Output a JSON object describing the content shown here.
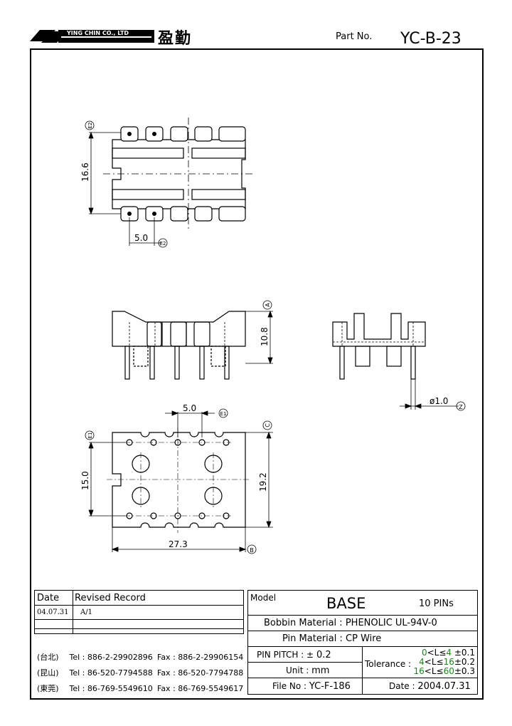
{
  "header": {
    "company_en": "YING CHIN CO., LTD",
    "company_cn": "盈勤",
    "part_no_label": "Part No.",
    "part_no": "YC-B-23"
  },
  "drawing": {
    "top_view": {
      "dim_height": "16.6",
      "dim_pitch": "5.0",
      "ref_e2_top": "E2",
      "ref_e2_bottom": "E2"
    },
    "front_view": {
      "dim_height": "10.8",
      "ref_a": "A"
    },
    "side_view": {
      "dim_pin_dia": "ø1.0",
      "ref_z": "Z"
    },
    "bottom_view": {
      "dim_pitch": "5.0",
      "ref_e1_top": "E1",
      "ref_e1_left": "E1",
      "dim_height": "15.0",
      "dim_outer_height": "19.2",
      "ref_c": "C",
      "dim_width": "27.3",
      "ref_b": "B"
    }
  },
  "revision_table": {
    "col_date": "Date",
    "col_record": "Revised  Record",
    "rows": [
      {
        "date": "04.07.31",
        "record": "A/1"
      }
    ]
  },
  "contacts": [
    {
      "city": "(台北)",
      "tel": "Tel : 886-2-29902896",
      "fax": "Fax : 886-2-29906154"
    },
    {
      "city": "(昆山)",
      "tel": "Tel : 86-520-7794588",
      "fax": "Fax : 86-520-7794788"
    },
    {
      "city": "(東莞)",
      "tel": "Tel : 86-769-5549610",
      "fax": "Fax : 86-769-5549617"
    }
  ],
  "spec": {
    "model_label": "Model",
    "model": "BASE",
    "pins": "10 PINs",
    "bobbin_label": "Bobbin  Material :",
    "bobbin_value": "PHENOLIC UL-94V-0",
    "pin_mat_label": "Pin  Material :",
    "pin_mat_value": "CP Wire",
    "pitch_label": "PIN  PITCH : ±",
    "pitch_value": "0.2",
    "unit_label": "Unit :",
    "unit_value": "mm",
    "tolerance_label": "Tolerance :",
    "tolerance_rows": [
      {
        "lo": "0",
        "mid": "<L≤",
        "hi": "4",
        "tol": "±0.1"
      },
      {
        "lo": "4",
        "mid": "<L≤",
        "hi": "16",
        "tol": "±0.2"
      },
      {
        "lo": "16",
        "mid": "<L≤",
        "hi": "60",
        "tol": "±0.3"
      }
    ],
    "file_label": "File  No :",
    "file_value": "YC-F-186",
    "date_label": "Date :",
    "date_value": "2004.07.31"
  },
  "colors": {
    "line": "#000000",
    "tolerance_accent": "#1a8a1a"
  }
}
